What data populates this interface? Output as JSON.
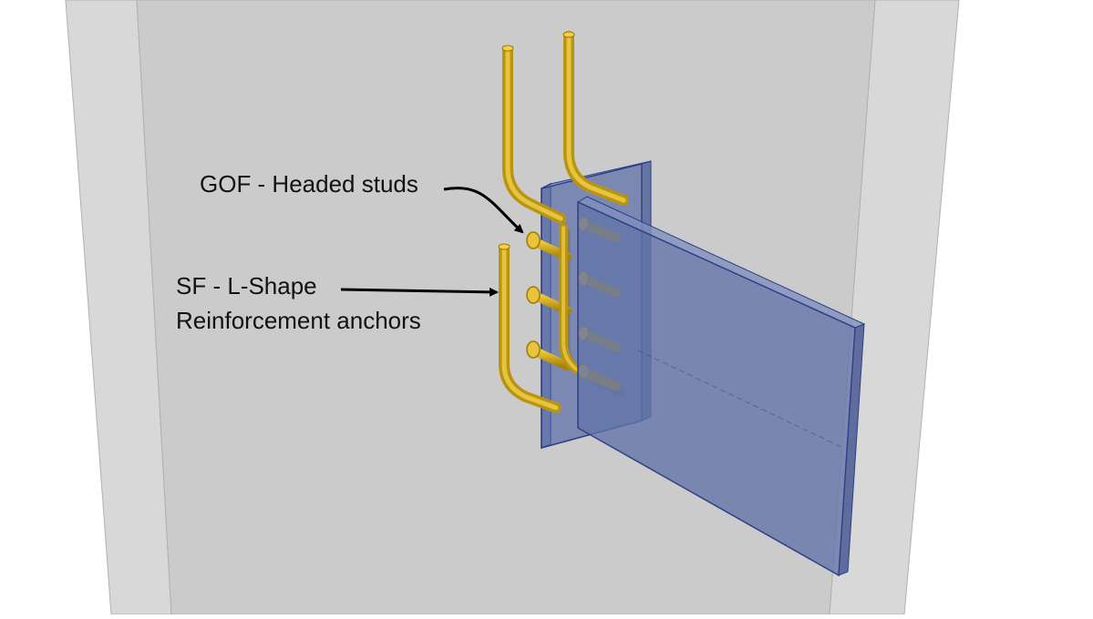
{
  "labels": {
    "headed_studs": "GOF - Headed studs",
    "l_shape_line1": "SF - L-Shape",
    "l_shape_line2": "Reinforcement anchors"
  },
  "colors": {
    "background": "#ffffff",
    "column_side": "#d7d7d7",
    "column_face": "#cdcdcd",
    "column_edge": "#a8a8a8",
    "plate_fill": "#5a6fa6",
    "plate_edge": "#2e3f86",
    "rebar": "#d9b11b",
    "rebar_dark": "#9c7a08",
    "arrow": "#000000"
  },
  "icons": {
    "anchor_type_1": "headed-stud-icon",
    "anchor_type_2": "l-shape-rebar-icon"
  }
}
